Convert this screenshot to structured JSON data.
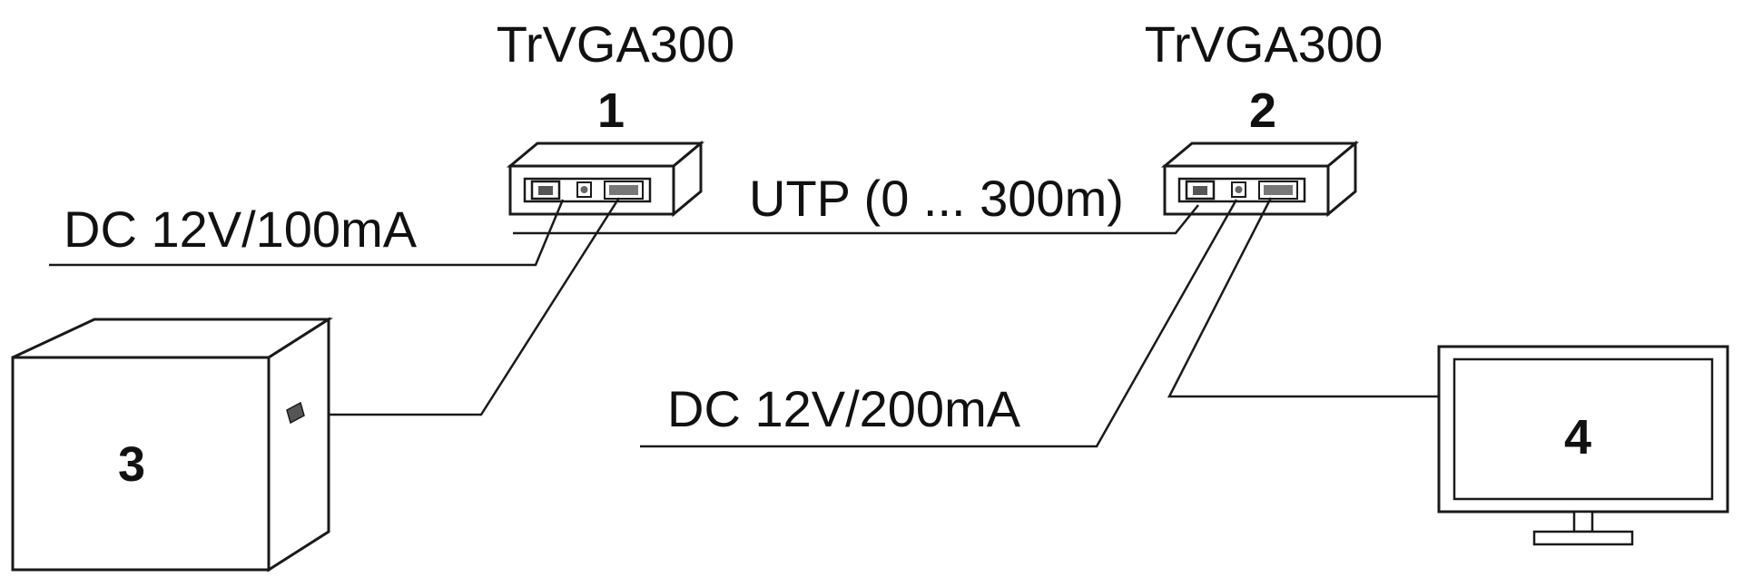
{
  "devices": {
    "transmitter": {
      "model": "TrVGA300",
      "number": "1"
    },
    "receiver": {
      "model": "TrVGA300",
      "number": "2"
    },
    "computer": {
      "number": "3"
    },
    "monitor": {
      "number": "4"
    }
  },
  "labels": {
    "power_tx": "DC 12V/100mA",
    "cable": "UTP (0 ... 300m)",
    "power_rx": "DC 12V/200mA"
  }
}
